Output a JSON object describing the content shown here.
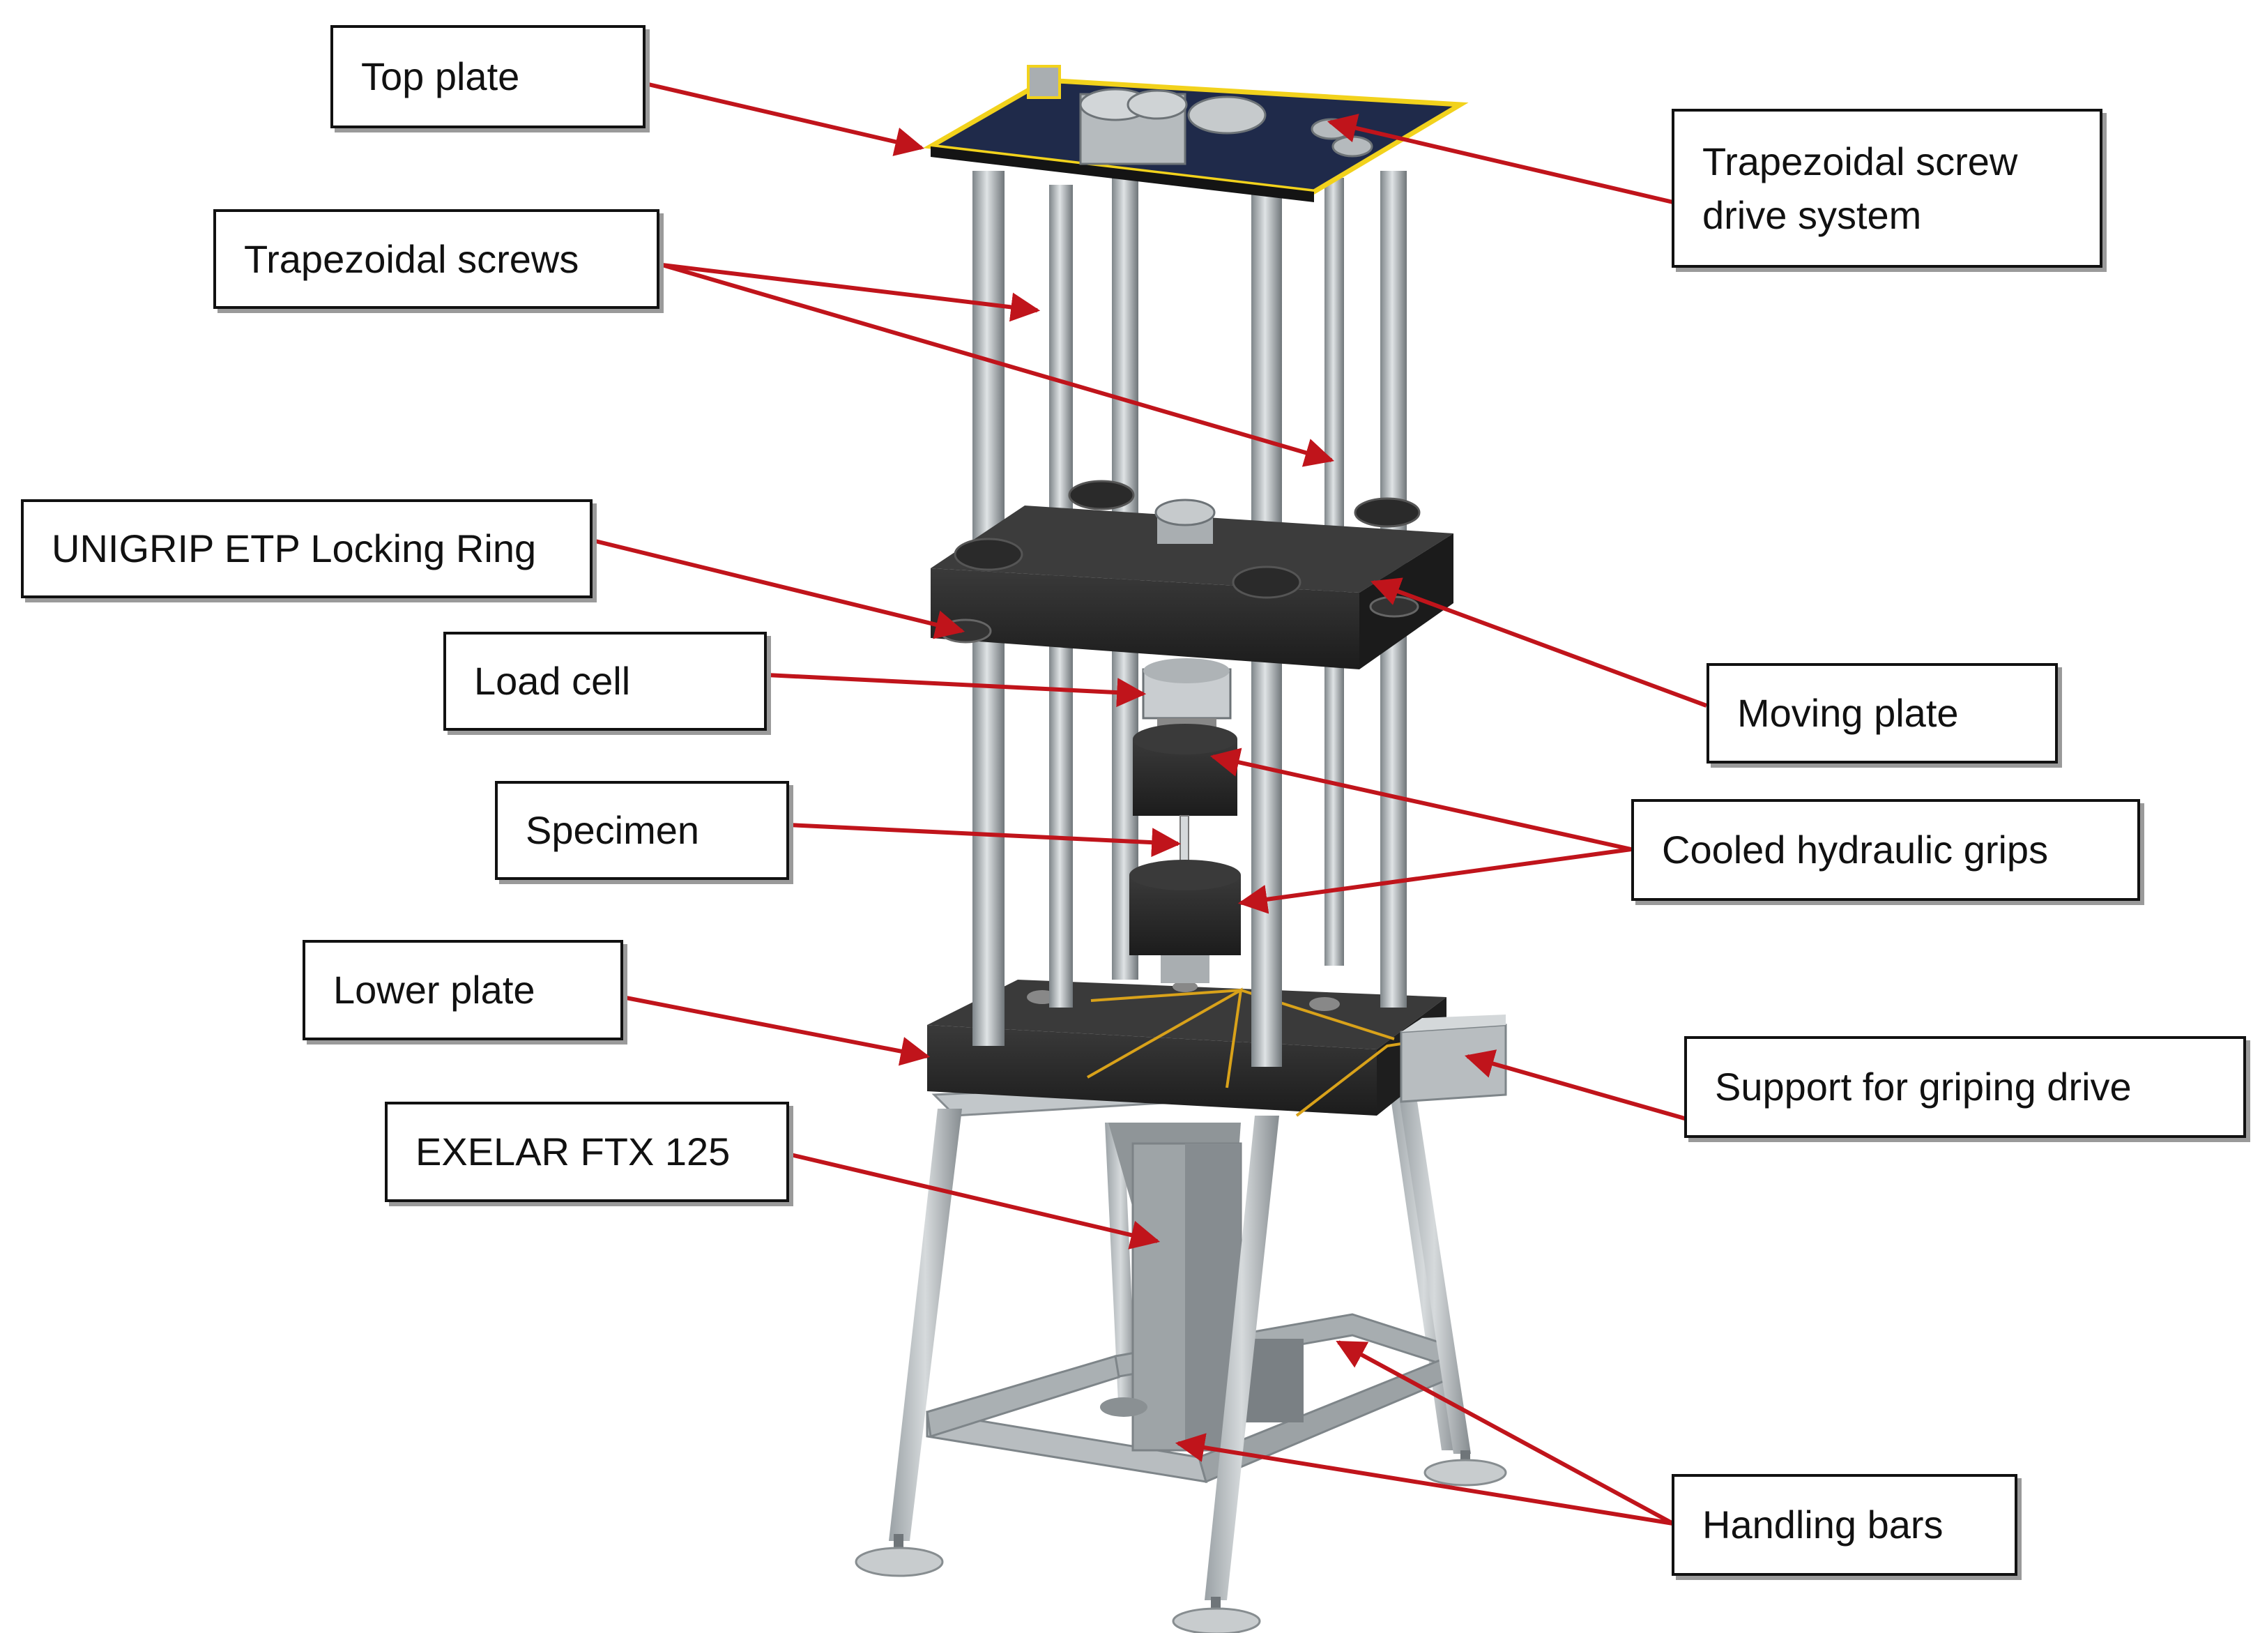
{
  "colors": {
    "arrow": "#c0141b",
    "frame_light": "#c8cdd0",
    "frame_dark": "#7e8589",
    "plate": "#262626",
    "top_plate_edge": "#f2d21c",
    "wire": "#d9a21a"
  },
  "labels": {
    "top_plate": "Top plate",
    "trapezoidal_screws": "Trapezoidal screws",
    "screw_drive_1": "Trapezoidal screw",
    "screw_drive_2": "drive system",
    "locking_ring": "UNIGRIP ETP Locking Ring",
    "load_cell": "Load cell",
    "moving_plate": "Moving plate",
    "specimen": "Specimen",
    "hydraulic_grips": "Cooled hydraulic grips",
    "lower_plate": "Lower plate",
    "support_drive": "Support for griping drive",
    "exelar": "EXELAR FTX 125",
    "handling_bars": "Handling bars"
  }
}
